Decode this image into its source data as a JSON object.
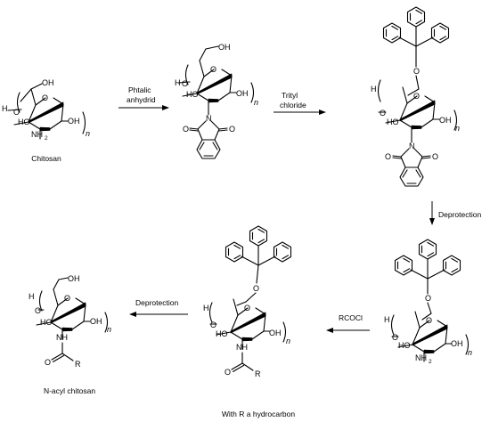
{
  "compounds": {
    "chitosan": "Chitosan",
    "n_acyl": "N-acyl chitosan"
  },
  "reagents": {
    "step1": [
      "Phtalic",
      "anhydrid"
    ],
    "step2": [
      "Trityl",
      "chloride"
    ],
    "step3": "Deprotection",
    "step4": "RCOCl",
    "step5": "Deprotection"
  },
  "atoms": {
    "H": "H",
    "O": "O",
    "HO": "HO",
    "OH": "OH",
    "NH": "NH",
    "NH2": "NH",
    "two": "2",
    "N": "N",
    "R": "R",
    "n": "n"
  },
  "footnote": "With R a hydrocarbon"
}
